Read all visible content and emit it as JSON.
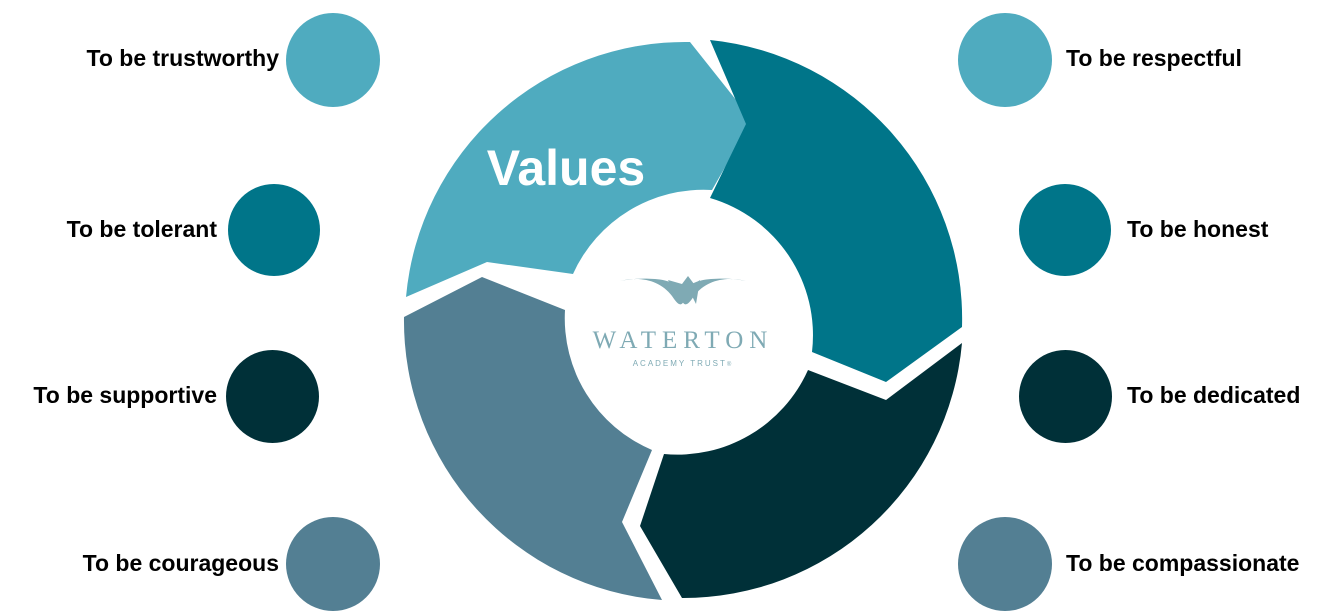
{
  "diagram": {
    "center_title": "Values",
    "logo": {
      "name": "WATERTON",
      "subtitle": "ACADEMY TRUST",
      "registered_mark": "®"
    },
    "segment_colors": {
      "top_left": "#4FABBF",
      "right": "#007589",
      "bottom_right": "#003038",
      "bottom_left": "#537F93"
    },
    "logo_color": "#7FAAB4"
  },
  "values_left": [
    {
      "label": "To be trustworthy",
      "color": "#4FABBF"
    },
    {
      "label": "To be tolerant",
      "color": "#007589"
    },
    {
      "label": "To be supportive",
      "color": "#003038"
    },
    {
      "label": "To be courageous",
      "color": "#537F93"
    }
  ],
  "values_right": [
    {
      "label": "To be respectful",
      "color": "#4FABBF"
    },
    {
      "label": "To be honest",
      "color": "#007589"
    },
    {
      "label": "To be dedicated",
      "color": "#003038"
    },
    {
      "label": "To be compassionate",
      "color": "#537F93"
    }
  ]
}
